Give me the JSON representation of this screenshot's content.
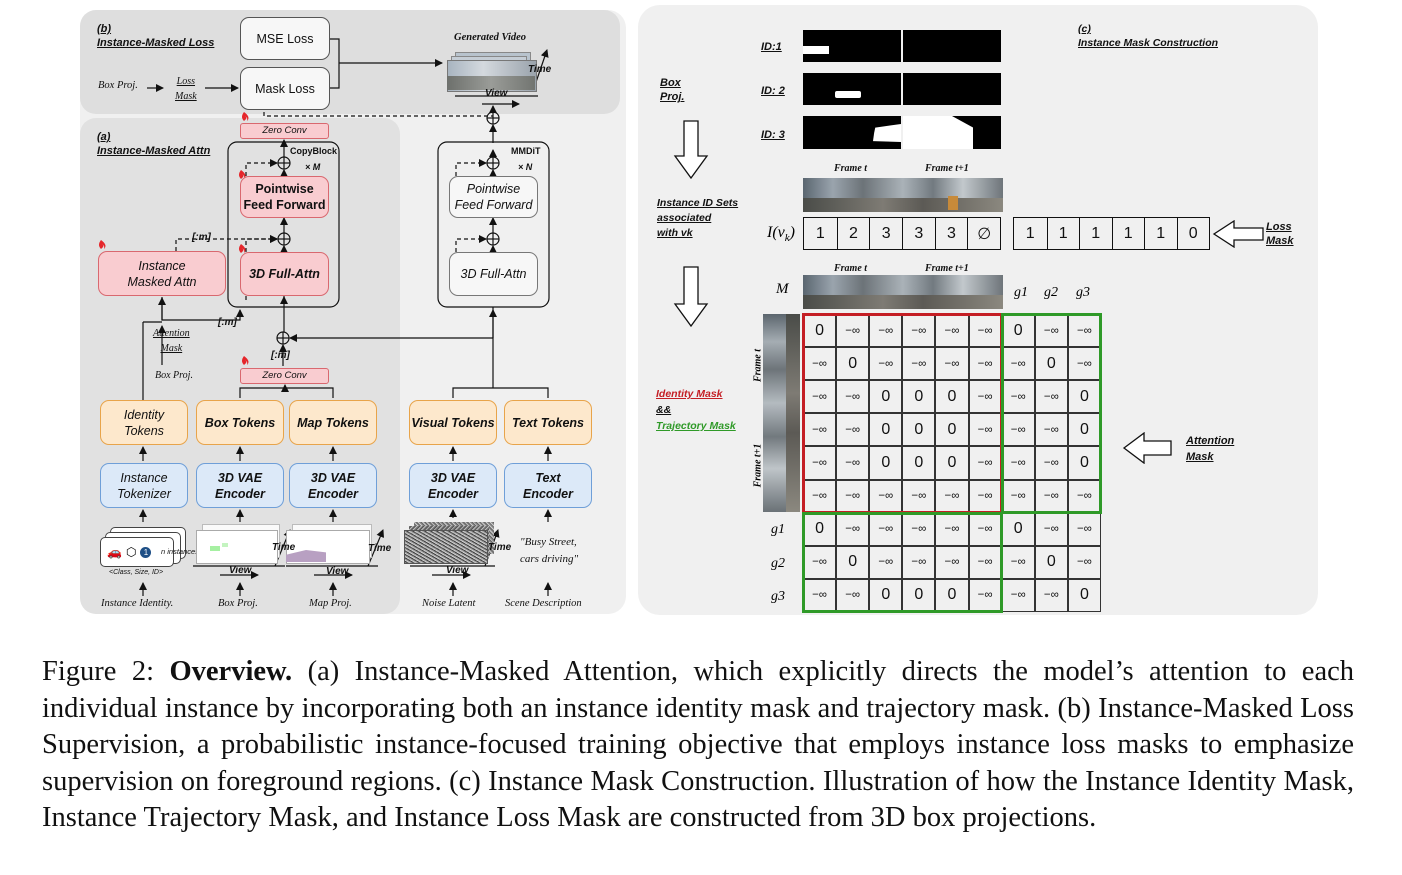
{
  "panel_b": {
    "title": "(b)\nInstance-Masked Loss",
    "mse_loss": "MSE Loss",
    "mask_loss": "Mask Loss",
    "box_proj": "Box Proj.",
    "loss_mask": "Loss\nMask",
    "generated_video": "Generated Video",
    "time": "Time",
    "view": "View"
  },
  "panel_a": {
    "title": "(a)\nInstance-Masked Attn",
    "zero_conv": "Zero Conv",
    "copy_block": "CopyBlock",
    "times_m": "× M",
    "pff": "Pointwise\nFeed Forward",
    "full_attn": "3D Full-Attn",
    "slice_m": "[:m]",
    "instance_masked_attn": "Instance\nMasked Attn",
    "attention_mask": "Attention\nMask",
    "box_proj": "Box Proj.",
    "mmdit": "MMDiT",
    "times_n": "× N",
    "identity_tokens": "Identity\nTokens",
    "box_tokens": "Box Tokens",
    "map_tokens": "Map Tokens",
    "visual_tokens": "Visual Tokens",
    "text_tokens": "Text Tokens",
    "instance_tokenizer": "Instance\nTokenizer",
    "vae_encoder": "3D VAE\nEncoder",
    "text_encoder": "Text\nEncoder",
    "n_instances": "n instances",
    "class_size_id": "<Class, Size, ID>",
    "time": "Time",
    "view": "View",
    "prompt": "\"Busy Street,\ncars driving\"",
    "bottom_labels": [
      "Instance Identity.",
      "Box Proj.",
      "Map Proj.",
      "Noise Latent",
      "Scene Description"
    ]
  },
  "panel_c": {
    "title": "(c)\nInstance Mask Construction",
    "ids": [
      "ID:1",
      "ID: 2",
      "ID: 3"
    ],
    "box_proj": "Box\nProj.",
    "frame_t": "Frame t",
    "frame_t1": "Frame t+1",
    "instance_id_sets": "Instance ID Sets\nassociated\nwith vk",
    "i_vk_label": "I(v",
    "i_vk_sub": "k",
    "i_vk_close": ")",
    "id_values": [
      "1",
      "2",
      "3",
      "3",
      "3",
      "∅"
    ],
    "loss_values": [
      "1",
      "1",
      "1",
      "1",
      "1",
      "0"
    ],
    "loss_mask": "Loss\nMask",
    "m_label": "M",
    "g_labels": [
      "g1",
      "g2",
      "g3"
    ],
    "identity_mask": "Identity Mask",
    "and": "&&",
    "trajectory_mask": "Trajectory Mask",
    "attention_mask": "Attention\nMask",
    "frame_t_vert": "Frame t",
    "frame_t1_vert": "Frame t+1",
    "matrix": [
      [
        "0",
        "−∞",
        "−∞",
        "−∞",
        "−∞",
        "−∞",
        "0",
        "−∞",
        "−∞"
      ],
      [
        "−∞",
        "0",
        "−∞",
        "−∞",
        "−∞",
        "−∞",
        "−∞",
        "0",
        "−∞"
      ],
      [
        "−∞",
        "−∞",
        "0",
        "0",
        "0",
        "−∞",
        "−∞",
        "−∞",
        "0"
      ],
      [
        "−∞",
        "−∞",
        "0",
        "0",
        "0",
        "−∞",
        "−∞",
        "−∞",
        "0"
      ],
      [
        "−∞",
        "−∞",
        "0",
        "0",
        "0",
        "−∞",
        "−∞",
        "−∞",
        "0"
      ],
      [
        "−∞",
        "−∞",
        "−∞",
        "−∞",
        "−∞",
        "−∞",
        "−∞",
        "−∞",
        "−∞"
      ],
      [
        "0",
        "−∞",
        "−∞",
        "−∞",
        "−∞",
        "−∞",
        "0",
        "−∞",
        "−∞"
      ],
      [
        "−∞",
        "0",
        "−∞",
        "−∞",
        "−∞",
        "−∞",
        "−∞",
        "0",
        "−∞"
      ],
      [
        "−∞",
        "−∞",
        "0",
        "0",
        "0",
        "−∞",
        "−∞",
        "−∞",
        "0"
      ]
    ]
  },
  "caption": {
    "prefix": "Figure 2: ",
    "bold": "Overview.",
    "text": " (a) Instance-Masked Attention, which explicitly directs the model’s attention to each individual instance by incorporating both an instance identity mask and trajectory mask. (b) Instance-Masked Loss Supervision, a probabilistic instance-focused training objective that employs instance loss masks to emphasize supervision on foreground regions. (c) Instance Mask Construction. Illustration of how the Instance Identity Mask, Instance Trajectory Mask, and Instance Loss Mask are constructed from 3D box projections."
  },
  "colors": {
    "panel_bg": "#f0f0f0",
    "inner_bg": "#e2e2e2",
    "pink": "#f9ccd0",
    "pink_border": "#d9686f",
    "orange": "#fde8cc",
    "orange_border": "#e8a44a",
    "blue": "#dce9f8",
    "blue_border": "#6f9fd8",
    "red_frame": "#c41e24",
    "green_frame": "#2f9a28"
  }
}
